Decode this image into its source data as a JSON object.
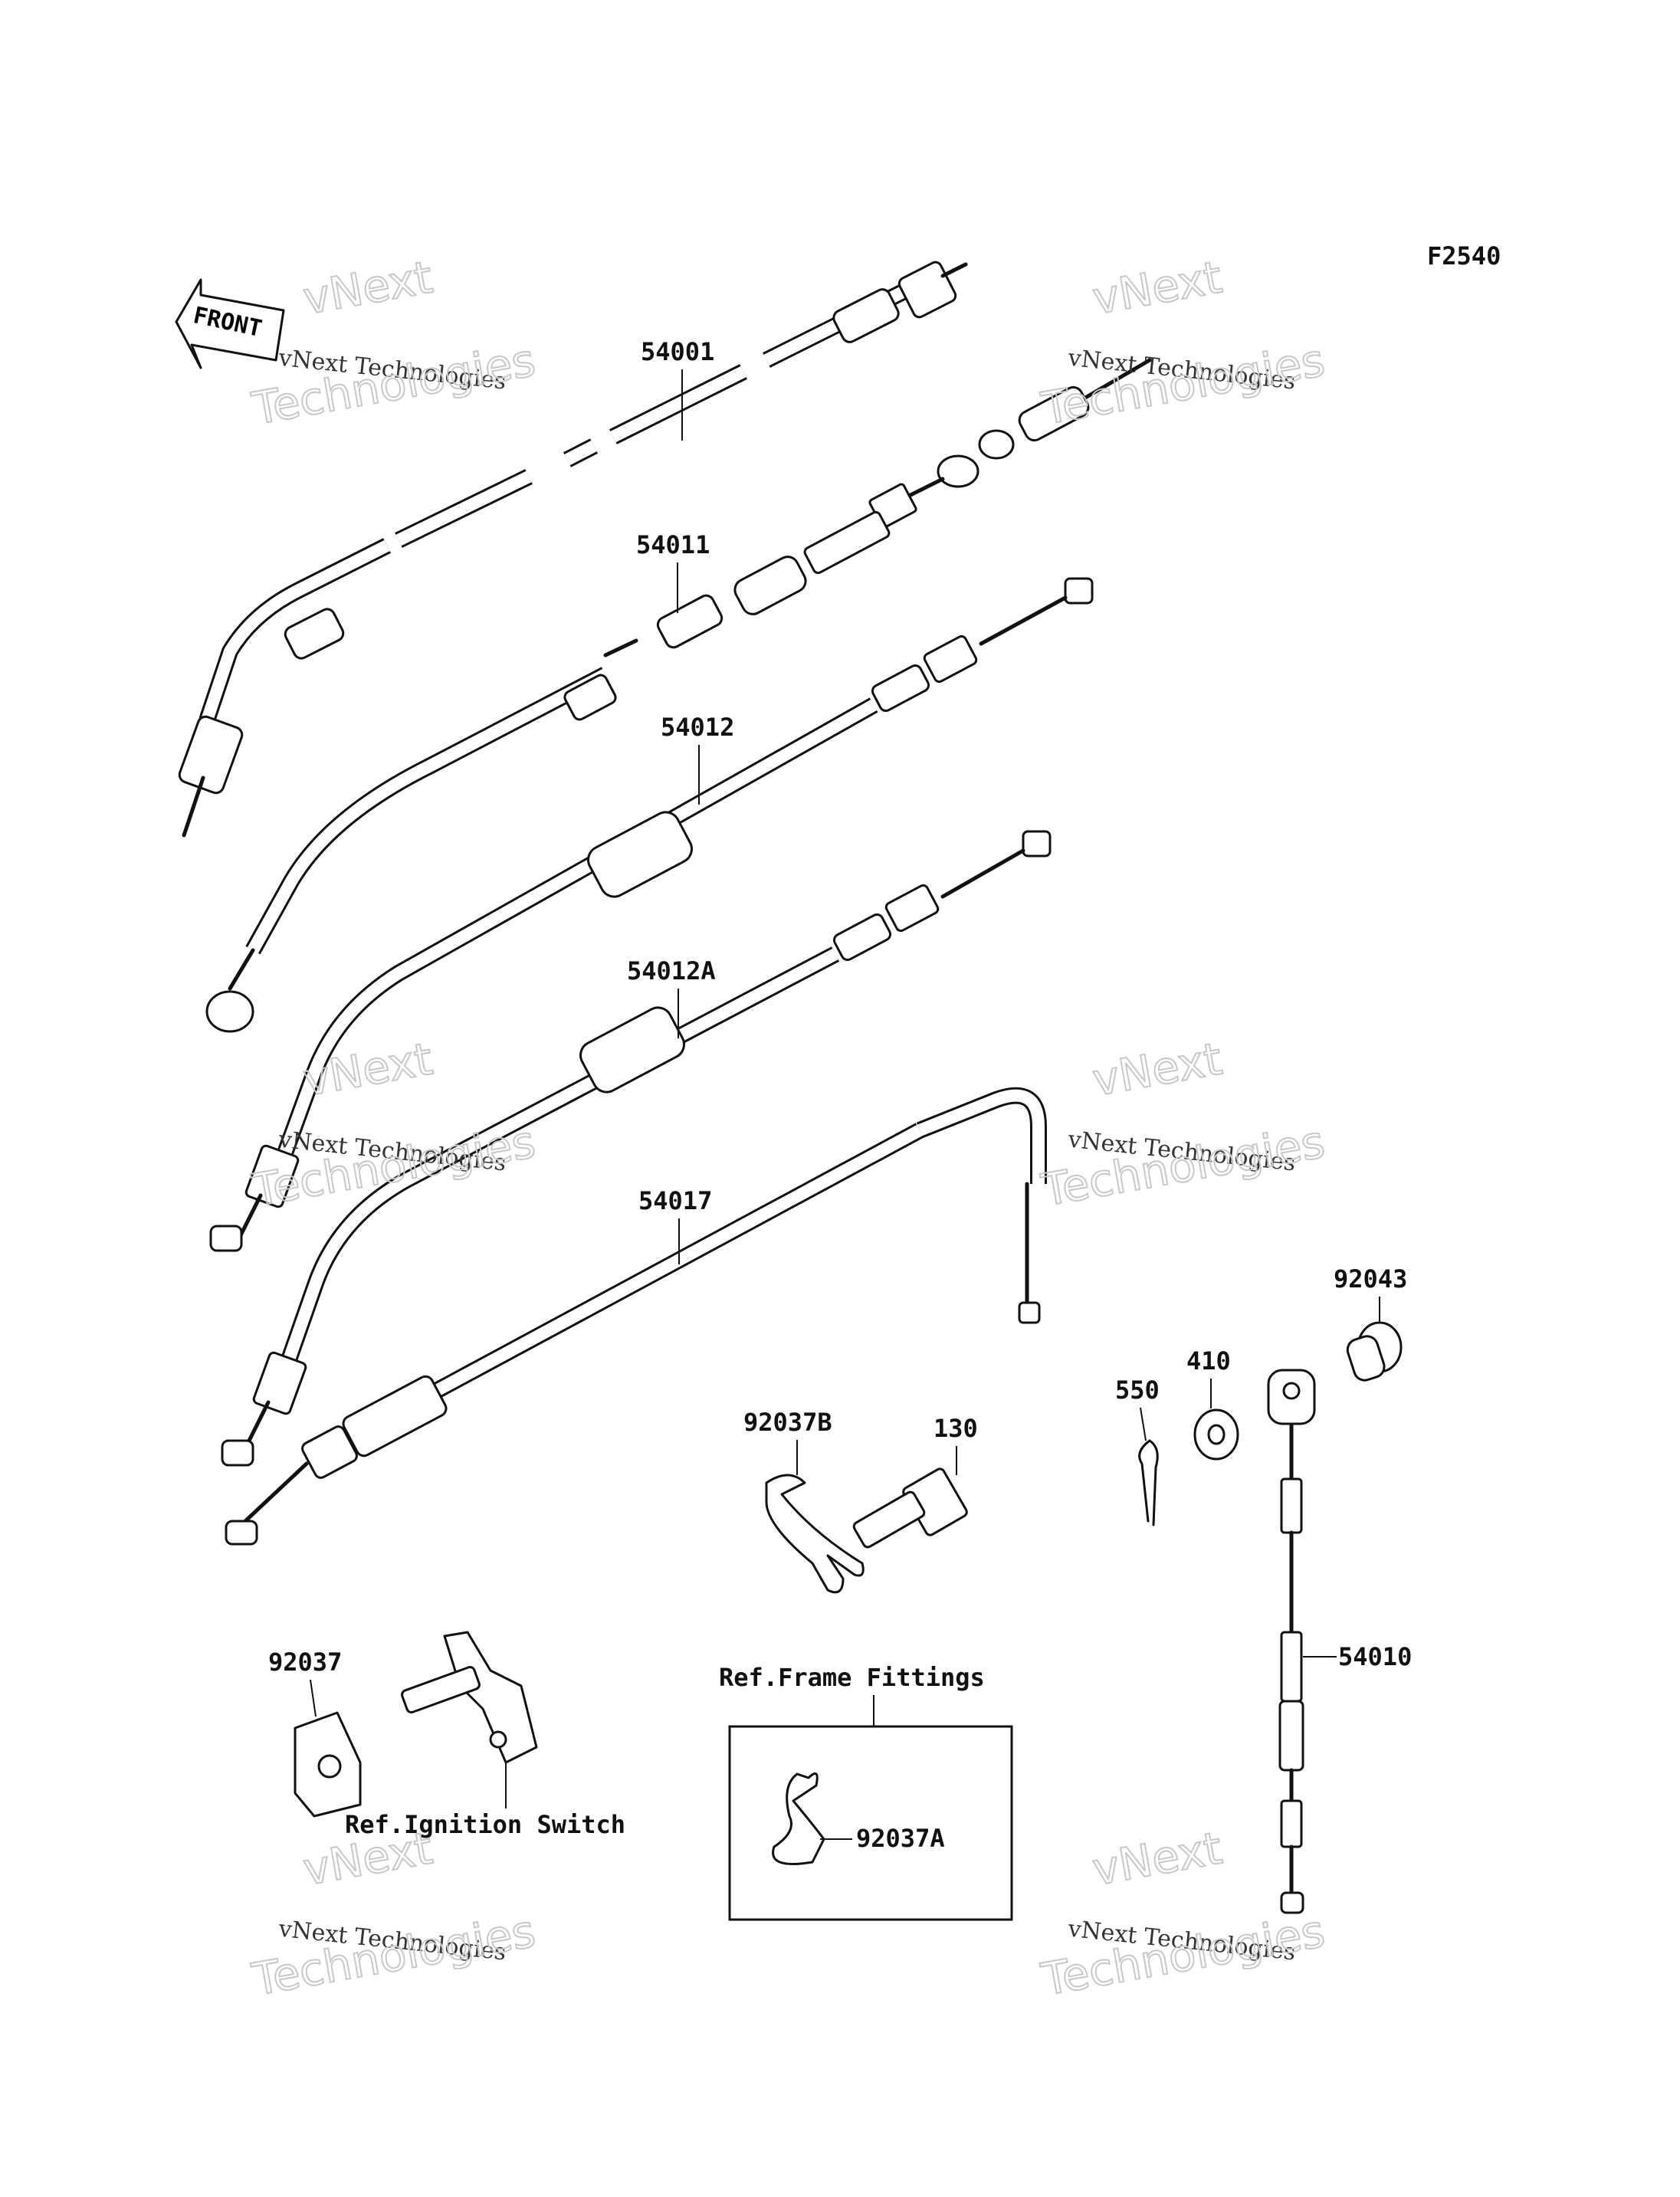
{
  "page_code": "F2540",
  "front_arrow_label": "FRONT",
  "watermark": {
    "line1": "vNext",
    "line2": "vNext Technologies",
    "line3": "Technologies"
  },
  "parts": {
    "p54001": "54001",
    "p54011": "54011",
    "p54012": "54012",
    "p54012A": "54012A",
    "p54017": "54017",
    "p92043": "92043",
    "p410": "410",
    "p550": "550",
    "p92037B": "92037B",
    "p130": "130",
    "p54010": "54010",
    "p92037": "92037",
    "p92037A": "92037A"
  },
  "references": {
    "frame_fittings": "Ref.Frame Fittings",
    "ignition_switch": "Ref.Ignition Switch"
  }
}
